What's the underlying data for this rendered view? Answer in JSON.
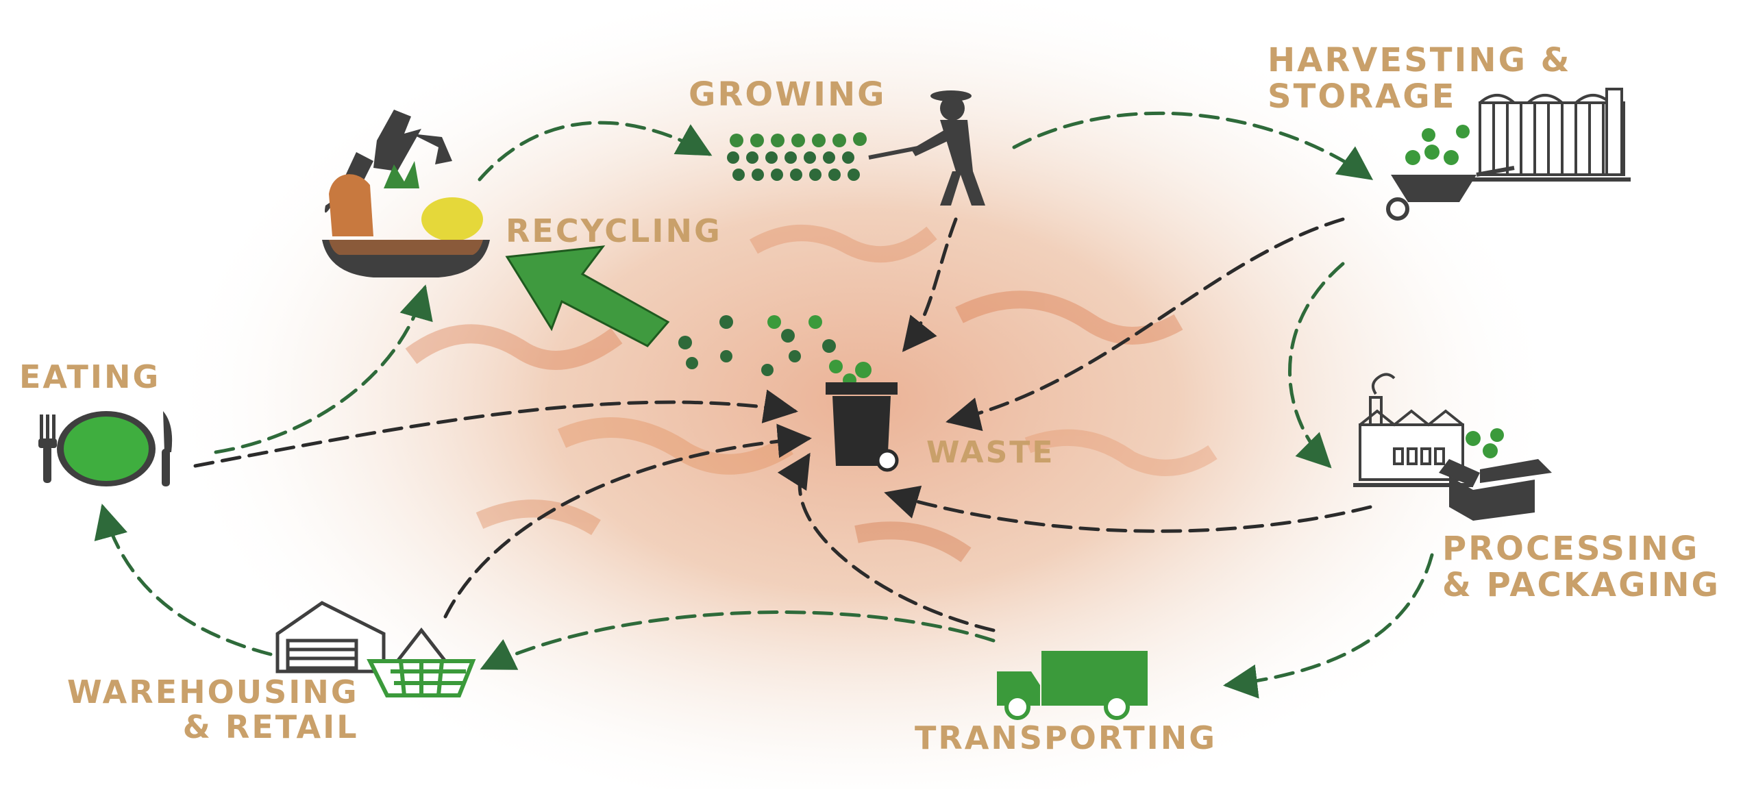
{
  "stages": {
    "growing": "GROWING",
    "harvesting_line1": "HARVESTING &",
    "harvesting_line2": "STORAGE",
    "recycling": "RECYCLING",
    "eating": "EATING",
    "waste": "WASTE",
    "processing_line1": "PROCESSING",
    "processing_line2": "& PACKAGING",
    "warehousing_line1": "WAREHOUSING",
    "warehousing_line2": "& RETAIL",
    "transporting": "TRANSPORTING"
  },
  "colors": {
    "label": "#c9a06a",
    "green": "#3b9a3b",
    "dark_green": "#2e6a3a",
    "icon_dark": "#3f3f3f",
    "arrow_dark": "#2b2b2b",
    "background_tint": "#e8a07a"
  },
  "icons": [
    "recycle-icon",
    "farmer-icon",
    "seedlings-icon",
    "silo-icon",
    "wheelbarrow-icon",
    "plate-icon",
    "fork-icon",
    "knife-icon",
    "trash-bin-icon",
    "factory-icon",
    "box-icon",
    "warehouse-icon",
    "basket-icon",
    "truck-icon",
    "big-arrow-icon"
  ]
}
